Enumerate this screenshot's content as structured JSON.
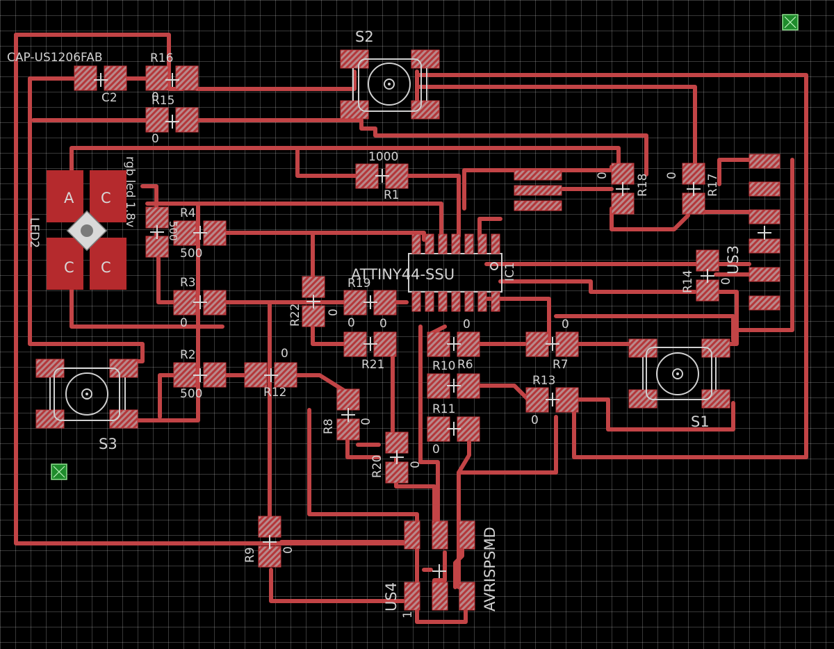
{
  "labels": {
    "cap_package": "CAP-US1206FAB",
    "c2": "C2",
    "r16": "R16",
    "r16_val": "0",
    "r15": "R15",
    "r15_val": "0",
    "s2": "S2",
    "r1_val": "1000",
    "r1": "R1",
    "r18_val": "0",
    "r18": "R18",
    "r17_val": "0",
    "r17": "R17",
    "led_name": "rgb led 1.8v",
    "led2": "LED2",
    "pin_a": "A",
    "pin_c1": "C",
    "pin_c2": "C",
    "pin_c3": "C",
    "r5_val": "500",
    "r4": "R4",
    "r4_val": "500",
    "r3": "R3",
    "r3_val": "0",
    "r2": "R2",
    "r2_val": "500",
    "r12_val": "0",
    "r12": "R12",
    "s3": "S3",
    "ic_name": "ATTINY44-SSU",
    "ic1": "IC1",
    "r22": "R22",
    "r22_val": "0",
    "r19": "R19",
    "r19_val_a": "0",
    "r19_val_b": "0",
    "r21": "R21",
    "r6_val": "0",
    "r6": "R6",
    "r10": "R10",
    "r7_val": "0",
    "r7": "R7",
    "r13": "R13",
    "r13_val": "0",
    "r11": "R11",
    "r11_val": "0",
    "r8": "R8",
    "r8_val": "0",
    "r20": "R20",
    "r20_val": "0",
    "us3": "US3",
    "r14": "R14",
    "r14_val": "0",
    "s1": "S1",
    "r9": "R9",
    "r9_val": "0",
    "us4": "US4",
    "us4_val": "1",
    "avrisp": "AVRISPSMD"
  },
  "colors": {
    "background": "#000000",
    "trace": "#c24446",
    "pad_solid": "#b52a2d",
    "silkscreen": "#d2d2d2",
    "via": "#1f8b2c"
  }
}
